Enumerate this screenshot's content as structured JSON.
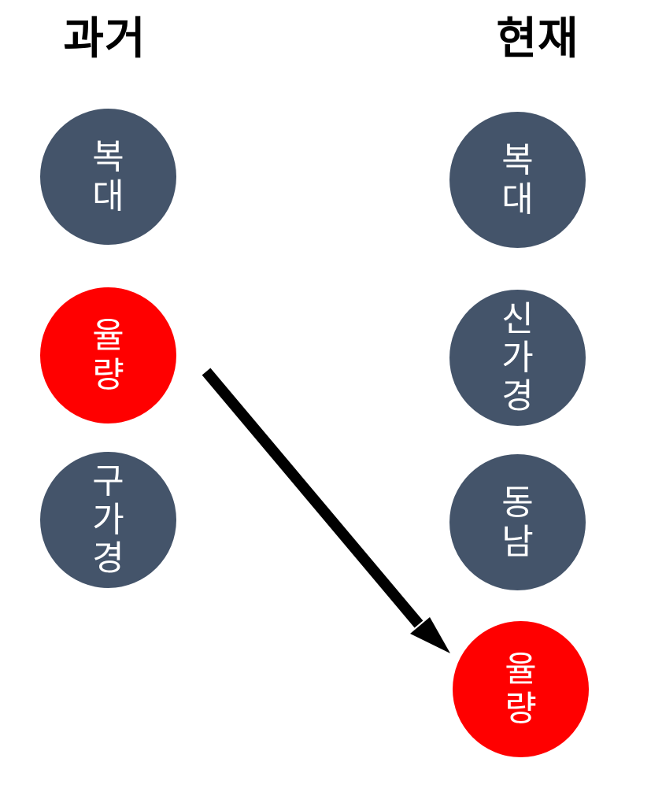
{
  "columns": {
    "past": {
      "title": "과거",
      "nodes": [
        {
          "label": "복대",
          "color": "#44546A"
        },
        {
          "label": "율량",
          "color": "#FF0000"
        },
        {
          "label": "구가경",
          "color": "#44546A"
        }
      ]
    },
    "present": {
      "title": "현재",
      "nodes": [
        {
          "label": "복대",
          "color": "#44546A"
        },
        {
          "label": "신가경",
          "color": "#44546A"
        },
        {
          "label": "동남",
          "color": "#44546A"
        },
        {
          "label": "율량",
          "color": "#FF0000"
        }
      ]
    }
  },
  "arrow": {
    "from": "past.율량",
    "to": "present.율량",
    "color": "#000000"
  }
}
